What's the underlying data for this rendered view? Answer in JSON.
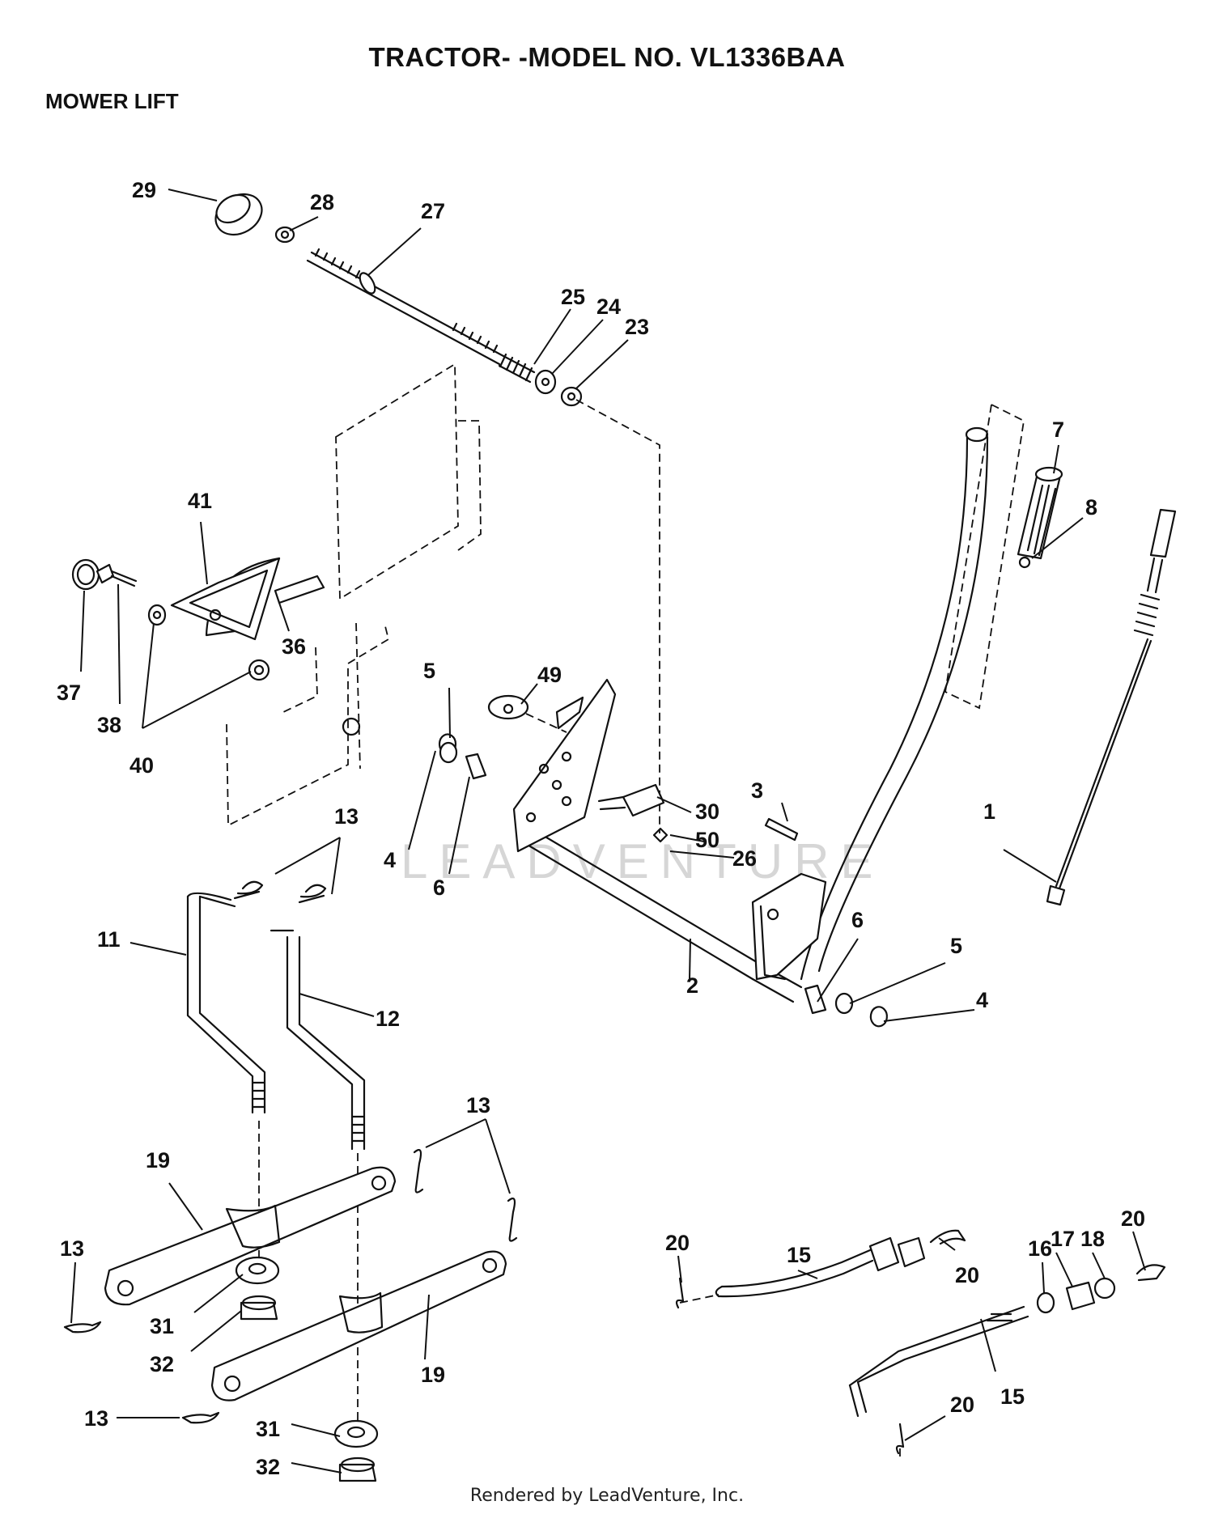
{
  "title": "TRACTOR- -MODEL NO. VL1336BAA",
  "subtitle": "MOWER LIFT",
  "footer": "Rendered by LeadVenture, Inc.",
  "watermark": "LEADVENTURE",
  "labels": {
    "n1": "1",
    "n2": "2",
    "n3": "3",
    "n4a": "4",
    "n4b": "4",
    "n5a": "5",
    "n5b": "5",
    "n6a": "6",
    "n6b": "6",
    "n7": "7",
    "n8": "8",
    "n11": "11",
    "n12": "12",
    "n13a": "13",
    "n13b": "13",
    "n13c": "13",
    "n13d": "13",
    "n15a": "15",
    "n15b": "15",
    "n16": "16",
    "n17": "17",
    "n18": "18",
    "n19a": "19",
    "n19b": "19",
    "n20a": "20",
    "n20b": "20",
    "n20c": "20",
    "n20d": "20",
    "n23": "23",
    "n24": "24",
    "n25": "25",
    "n26": "26",
    "n27": "27",
    "n28": "28",
    "n29": "29",
    "n30": "30",
    "n31a": "31",
    "n31b": "31",
    "n32a": "32",
    "n32b": "32",
    "n36": "36",
    "n37": "37",
    "n38": "38",
    "n40": "40",
    "n41": "41",
    "n49": "49",
    "n50": "50"
  }
}
